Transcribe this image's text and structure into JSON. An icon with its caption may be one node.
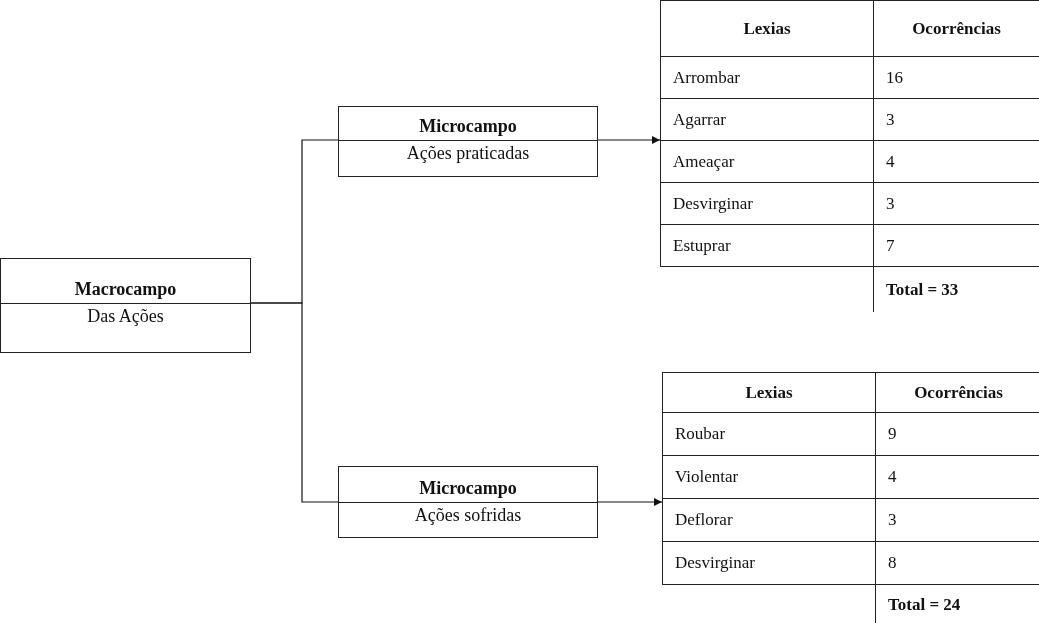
{
  "diagram": {
    "nodes": [
      {
        "text": [
          "Macrocampo",
          "Das Ações"
        ]
      },
      {
        "text": [
          "Microcampo",
          "Ações praticadas"
        ]
      },
      {
        "text": [
          "Microcampo",
          "Ações sofridas"
        ]
      },
      {
        "text": [
          "Lexias",
          "Ocorrências",
          "Arrombar",
          "16",
          "Agarrar",
          "3",
          "Ameaçar",
          "4",
          "Desvirginar",
          "3",
          "Estuprar",
          "7",
          "Total = 33"
        ]
      },
      {
        "text": [
          "Lexias",
          "Ocorrências",
          "Roubar",
          "9",
          "Violentar",
          "4",
          "Deflorar",
          "3",
          "Desvirginar",
          "8",
          "Total = 24"
        ]
      }
    ],
    "edges": [
      {
        "from": 0,
        "to": 1,
        "arrow": "none"
      },
      {
        "from": 1,
        "to": 3,
        "arrow": "to"
      },
      {
        "from": 0,
        "to": 2,
        "arrow": "none"
      },
      {
        "from": 2,
        "to": 4,
        "arrow": "to"
      }
    ]
  }
}
